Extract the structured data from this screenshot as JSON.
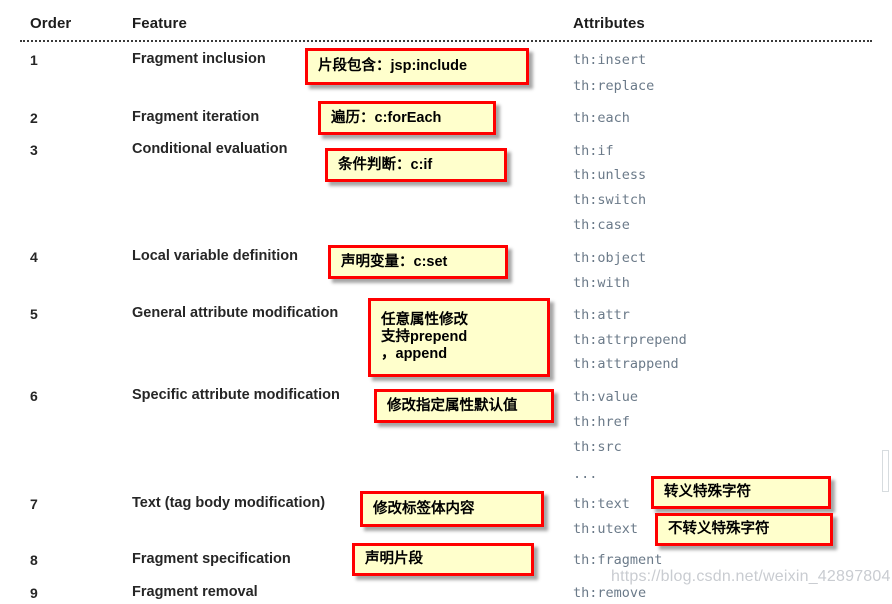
{
  "table": {
    "headers": {
      "order": "Order",
      "feature": "Feature",
      "attributes": "Attributes"
    },
    "rows": [
      {
        "order": "1",
        "feature": "Fragment inclusion",
        "attributes": [
          "th:insert",
          "th:replace"
        ]
      },
      {
        "order": "2",
        "feature": "Fragment iteration",
        "attributes": [
          "th:each"
        ]
      },
      {
        "order": "3",
        "feature": "Conditional evaluation",
        "attributes": [
          "th:if",
          "th:unless",
          "th:switch",
          "th:case"
        ]
      },
      {
        "order": "4",
        "feature": "Local variable definition",
        "attributes": [
          "th:object",
          "th:with"
        ]
      },
      {
        "order": "5",
        "feature": "General attribute modification",
        "attributes": [
          "th:attr",
          "th:attrprepend",
          "th:attrappend"
        ]
      },
      {
        "order": "6",
        "feature": "Specific attribute modification",
        "attributes": [
          "th:value",
          "th:href",
          "th:src",
          "..."
        ]
      },
      {
        "order": "7",
        "feature": "Text (tag body modification)",
        "attributes": [
          "th:text",
          "th:utext"
        ]
      },
      {
        "order": "8",
        "feature": "Fragment specification",
        "attributes": [
          "th:fragment"
        ]
      },
      {
        "order": "9",
        "feature": "Fragment removal",
        "attributes": [
          "th:remove"
        ]
      }
    ]
  },
  "annotations": [
    {
      "id": "anno-1",
      "lines": [
        "片段包含：jsp:include"
      ]
    },
    {
      "id": "anno-2",
      "lines": [
        "遍历：c:forEach"
      ]
    },
    {
      "id": "anno-3",
      "lines": [
        "条件判断：c:if"
      ]
    },
    {
      "id": "anno-4",
      "lines": [
        "声明变量：c:set"
      ]
    },
    {
      "id": "anno-5",
      "lines": [
        "任意属性修改",
        "支持prepend",
        "，append"
      ]
    },
    {
      "id": "anno-6",
      "lines": [
        "修改指定属性默认值"
      ]
    },
    {
      "id": "anno-7",
      "lines": [
        "修改标签体内容"
      ]
    },
    {
      "id": "anno-8",
      "lines": [
        "声明片段"
      ]
    },
    {
      "id": "anno-9",
      "lines": [
        "转义特殊字符"
      ]
    },
    {
      "id": "anno-10",
      "lines": [
        "不转义特殊字符"
      ]
    }
  ],
  "watermark": "https://blog.csdn.net/weixin_42897804",
  "colors": {
    "callout_fill": "#ffffcc",
    "callout_border": "#ff0000",
    "attribute_text": "#6b7a89",
    "body_text": "#262626",
    "watermark_text": "#c9ccd1"
  }
}
